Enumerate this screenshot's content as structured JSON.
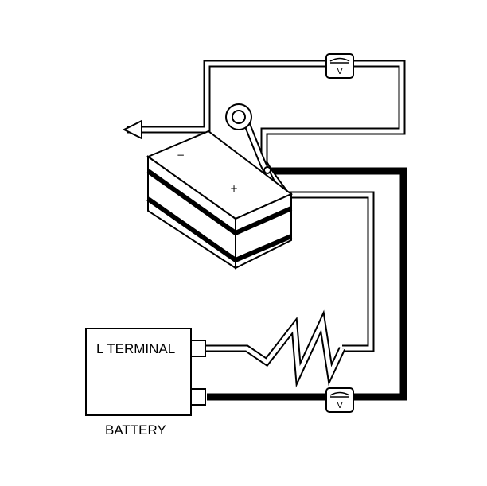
{
  "labels": {
    "l_terminal": "L TERMINAL",
    "battery": "BATTERY"
  },
  "meters": {
    "top_symbol": "V",
    "bottom_symbol": "V"
  },
  "battery_terminals": {
    "negative": "−",
    "positive": "+"
  },
  "colors": {
    "line": "#000000",
    "background": "#ffffff"
  }
}
